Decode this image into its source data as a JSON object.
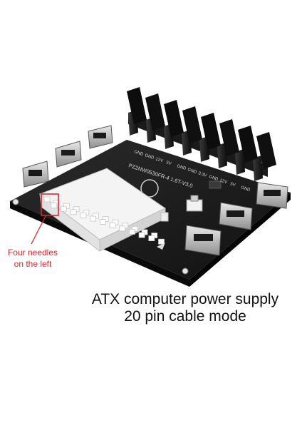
{
  "board": {
    "silkscreen_model": "PZ2NW0530FR-4 1.6T-V3.0",
    "pin_labels": [
      "GND",
      "GND",
      "12V",
      "5V",
      "GND",
      "GND",
      "3.3V",
      "GND",
      "12V",
      "5V",
      "GND"
    ]
  },
  "callout": {
    "line1": "Four needles",
    "line2": "on the left",
    "color": "#d42a2a"
  },
  "caption": {
    "line1": "ATX computer power supply",
    "line2": "20 pin cable mode"
  }
}
